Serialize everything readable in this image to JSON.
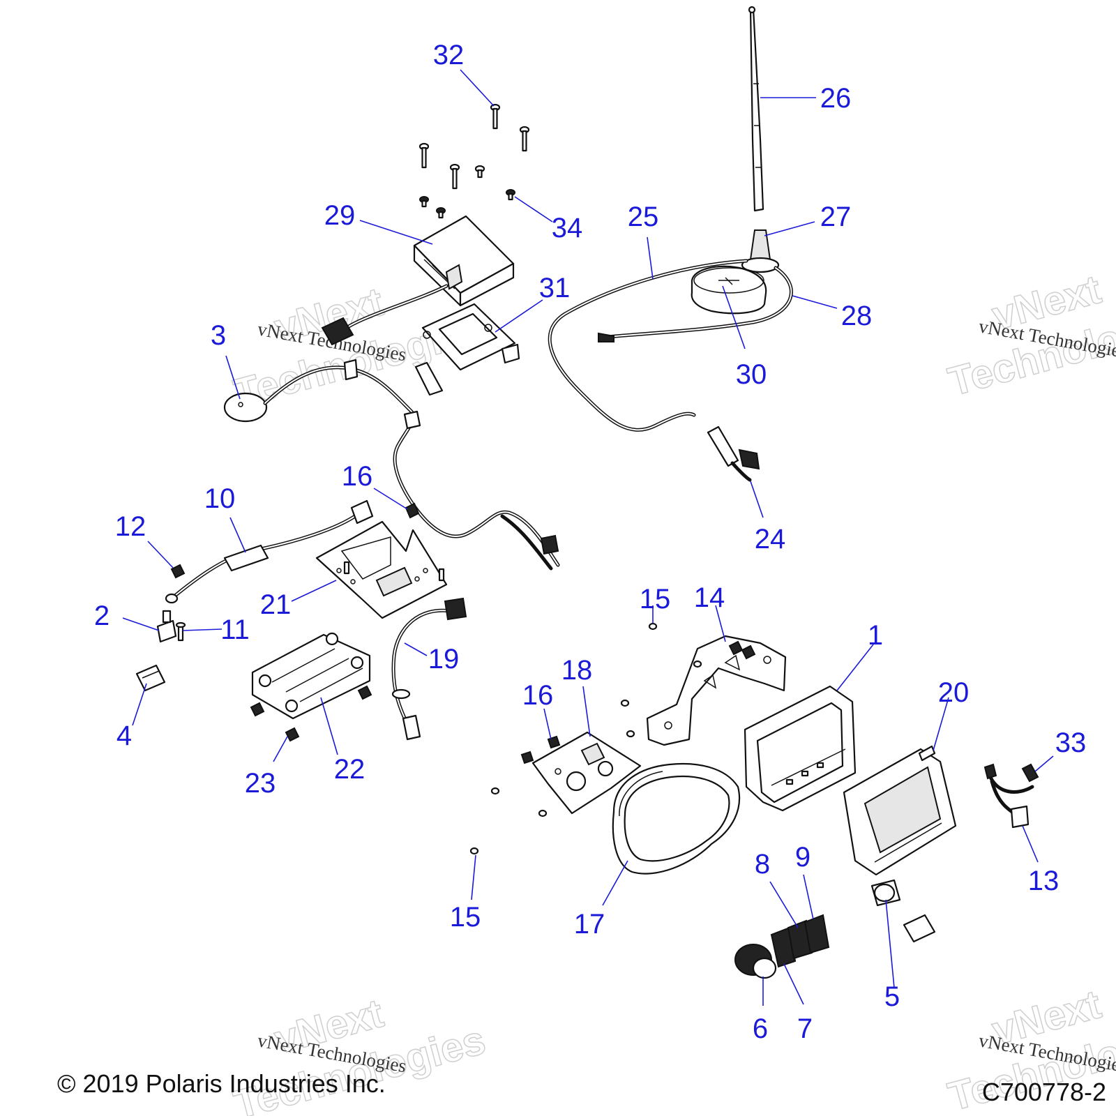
{
  "diagram": {
    "copyright": "© 2019 Polaris Industries Inc.",
    "figure_code": "C700778-2",
    "watermark_small": "vNext Technologies",
    "watermark_big_line1": "vNext",
    "watermark_big_line2": "Technologies",
    "callout_color": "#1a1ad8",
    "callouts": [
      "1",
      "2",
      "3",
      "4",
      "5",
      "6",
      "7",
      "8",
      "9",
      "10",
      "11",
      "12",
      "13",
      "14",
      "15",
      "16",
      "17",
      "18",
      "19",
      "20",
      "21",
      "22",
      "23",
      "24",
      "25",
      "26",
      "27",
      "28",
      "29",
      "30",
      "31",
      "32",
      "33",
      "34",
      "15",
      "16"
    ]
  }
}
